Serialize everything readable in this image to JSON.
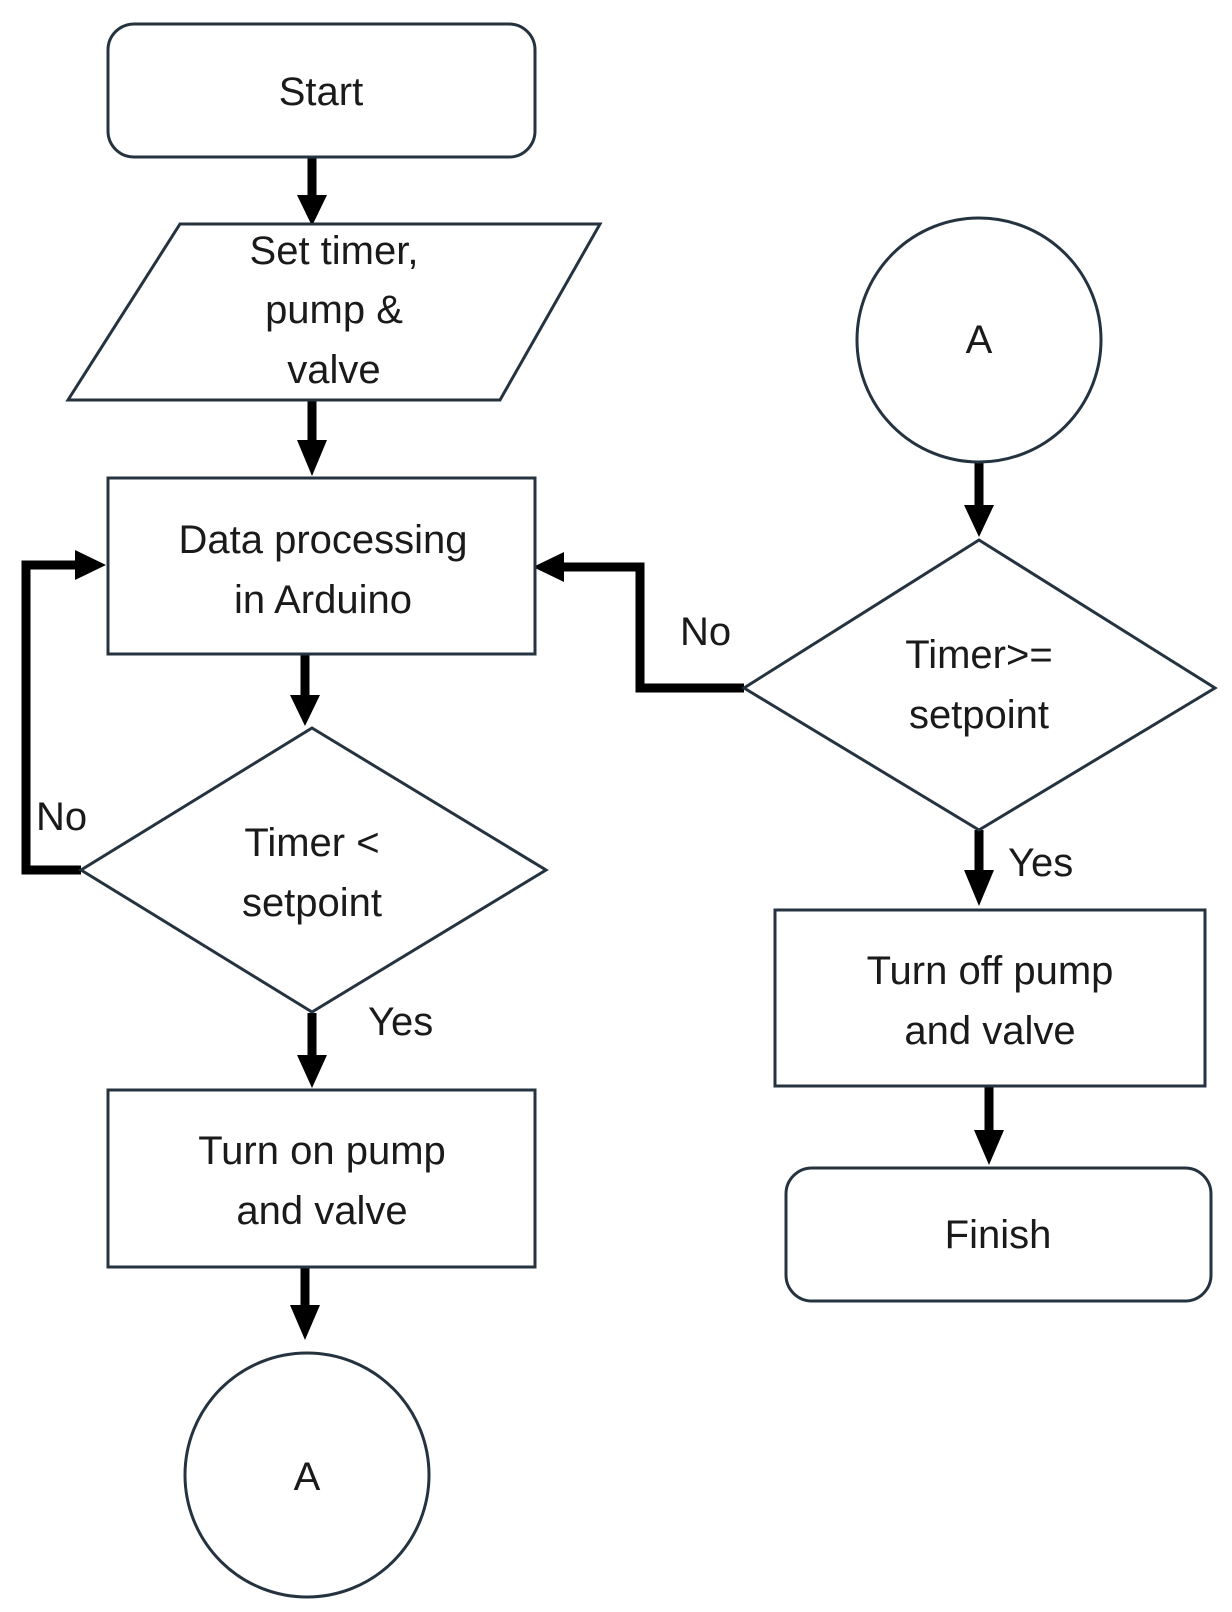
{
  "nodes": {
    "start": "Start",
    "input": [
      "Set timer,",
      "pump &",
      "valve"
    ],
    "process": [
      "Data processing",
      "in Arduino"
    ],
    "decision_left": [
      "Timer <",
      "setpoint"
    ],
    "turn_on": [
      "Turn on pump",
      "and valve"
    ],
    "connector_bottom": "A",
    "connector_top": "A",
    "decision_right": [
      "Timer>=",
      "setpoint"
    ],
    "turn_off": [
      "Turn off pump",
      "and valve"
    ],
    "finish": "Finish"
  },
  "edges": {
    "no_left": "No",
    "yes_left": "Yes",
    "no_right": "No",
    "yes_right": "Yes"
  },
  "colors": {
    "shape_stroke": "#24333f",
    "connector": "#000000"
  }
}
